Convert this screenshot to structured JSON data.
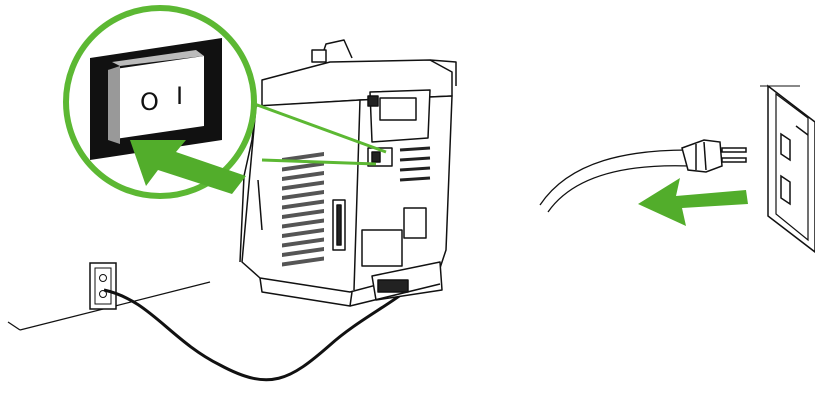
{
  "figure": {
    "panels": [
      {
        "id": "left",
        "content": "power-switch-off-and-printer-back"
      },
      {
        "id": "right",
        "content": "unplug-power-cord-from-wall-outlet"
      }
    ],
    "switch_symbols": {
      "off": "O",
      "on": "I"
    },
    "colors": {
      "accent_green": "#5cb833",
      "arrow_green": "#52ad2b",
      "line_black": "#111111",
      "printer_fill": "#ffffff",
      "vent_gray": "#555555"
    },
    "icons": [
      "magnifier-circle-icon",
      "rocker-switch-icon",
      "push-arrow-icon",
      "printer-illustration",
      "power-cord-icon",
      "wall-outlet-icon",
      "pull-arrow-icon",
      "plug-icon"
    ]
  }
}
